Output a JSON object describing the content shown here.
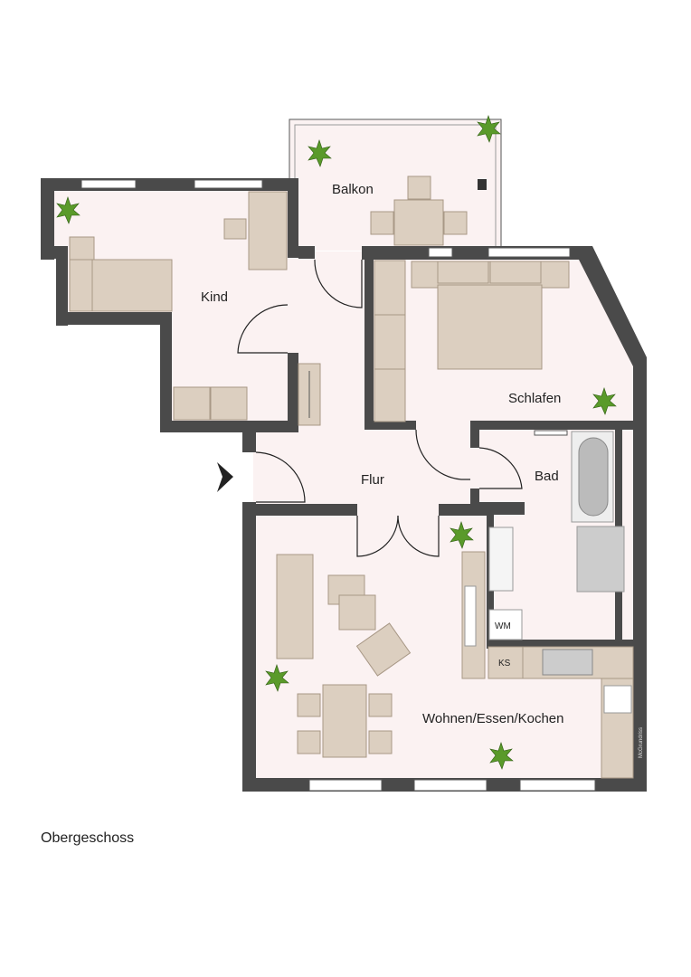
{
  "rooms": {
    "balcony": "Balkon",
    "child": "Kind",
    "bedroom": "Schlafen",
    "hallway": "Flur",
    "bathroom": "Bad",
    "living": "Wohnen/Essen/Kochen"
  },
  "appliances": {
    "washer": "WM",
    "fridge": "KS"
  },
  "watermark": "McGrundriss",
  "floor_name": "Obergeschoss",
  "colors": {
    "wall": "#4a4a4a",
    "floor": "#fbf2f2",
    "furniture": "#dccfc0",
    "plant": "#5a9a2a"
  }
}
